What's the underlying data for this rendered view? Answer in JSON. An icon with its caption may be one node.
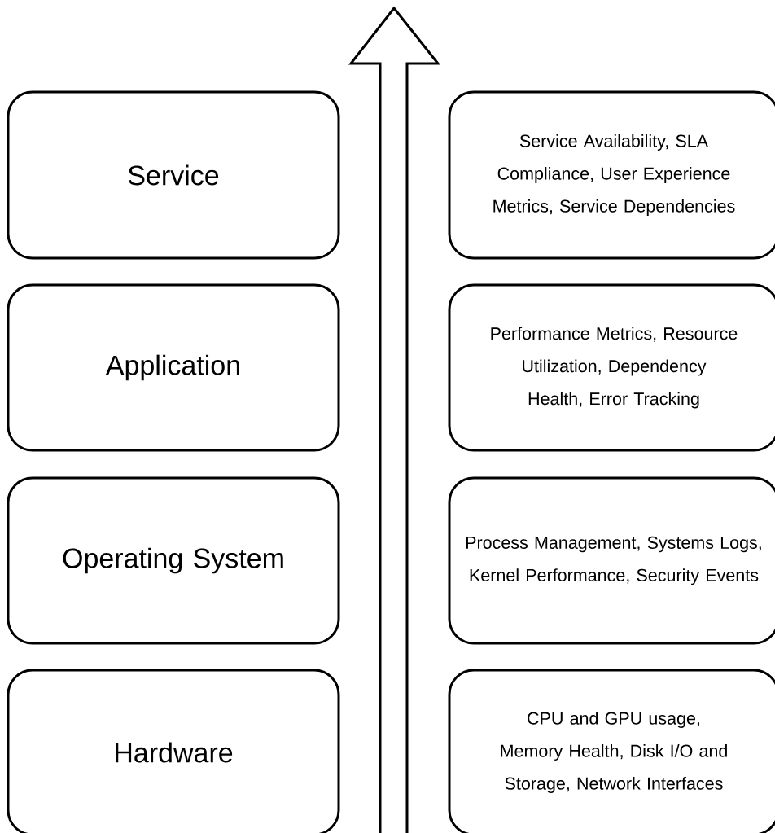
{
  "diagram": {
    "nodes": [
      {
        "text": [
          "Service"
        ]
      },
      {
        "text": [
          "Service Availability, SLA Compliance, User Experience Metrics, Service Dependencies"
        ]
      },
      {
        "text": [
          "Application"
        ]
      },
      {
        "text": [
          "Performance Metrics, Resource Utilization, Dependency Health, Error Tracking"
        ]
      },
      {
        "text": [
          "Operating System"
        ]
      },
      {
        "text": [
          "Process Management, Systems Logs, Kernel Performance, Security Events"
        ]
      },
      {
        "text": [
          "Hardware"
        ]
      },
      {
        "text": [
          "CPU and GPU usage, Memory Health, Disk I/O and Storage, Network Interfaces"
        ]
      }
    ],
    "edges": []
  }
}
